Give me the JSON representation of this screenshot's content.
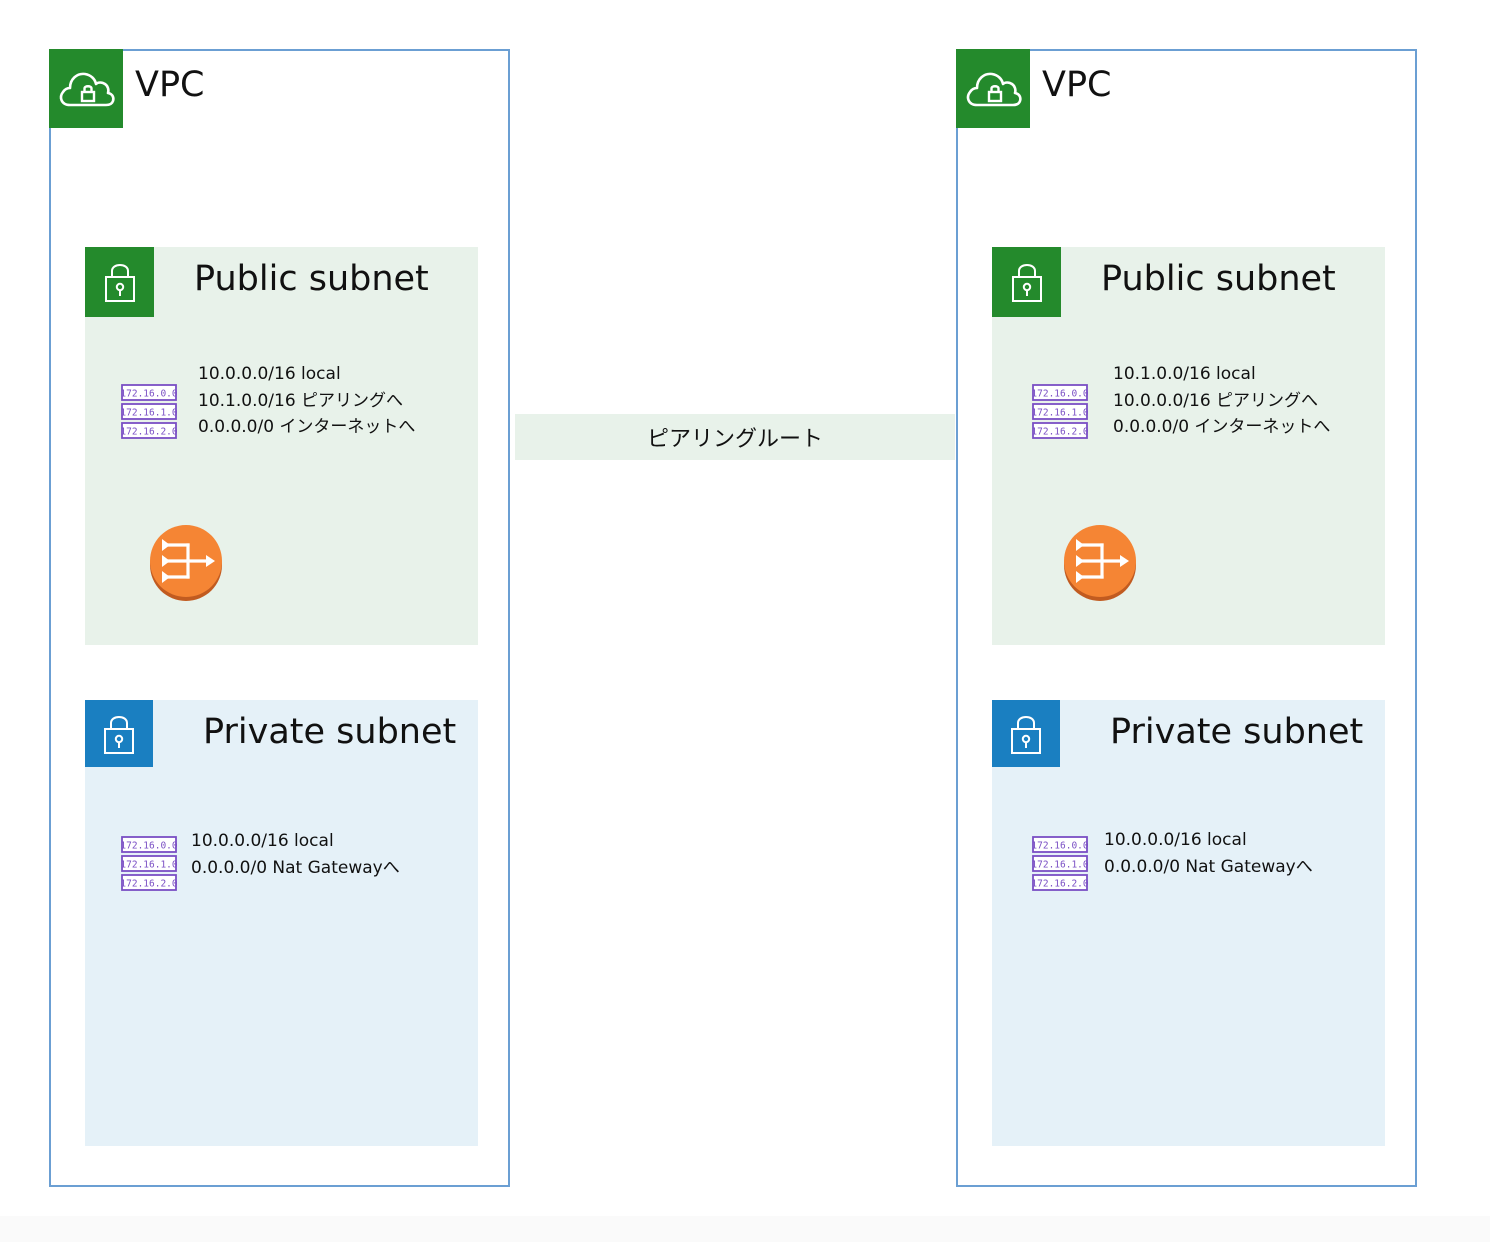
{
  "vpcs": [
    {
      "title": "VPC",
      "public_subnet": {
        "title": "Public subnet",
        "routes": [
          "10.0.0.0/16 local",
          "10.1.0.0/16 ピアリングへ",
          "0.0.0.0/0 インターネットへ"
        ]
      },
      "private_subnet": {
        "title": "Private subnet",
        "routes": [
          "10.0.0.0/16 local",
          "0.0.0.0/0 Nat Gatewayへ"
        ]
      }
    },
    {
      "title": "VPC",
      "public_subnet": {
        "title": "Public subnet",
        "routes": [
          "10.1.0.0/16 local",
          "10.0.0.0/16 ピアリングへ",
          "0.0.0.0/0 インターネットへ"
        ]
      },
      "private_subnet": {
        "title": "Private subnet",
        "routes": [
          "10.0.0.0/16 local",
          "0.0.0.0/0 Nat Gatewayへ"
        ]
      }
    }
  ],
  "route_table_icon_labels": [
    "172.16.0.0",
    "172.16.1.0",
    "172.16.2.0"
  ],
  "peering_label": "ピアリングルート"
}
